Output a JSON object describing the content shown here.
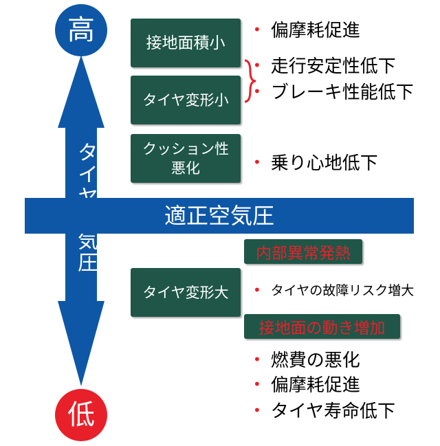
{
  "axis": {
    "high_label": "高",
    "low_label": "低",
    "label": "タイヤ空気圧",
    "colors": {
      "arrow": "#0e57a6",
      "high": "#0e57a6",
      "low": "#e8202a"
    }
  },
  "center_bar": {
    "label": "適正空気圧"
  },
  "upper": {
    "boxes": [
      {
        "label": "接地面積小"
      },
      {
        "label": "タイヤ変形小"
      },
      {
        "label_line1": "クッション性",
        "label_line2": "悪化"
      }
    ],
    "effects": [
      {
        "text": "偏摩耗促進"
      },
      {
        "text": "走行安定性低下"
      },
      {
        "text": "ブレーキ性能低下"
      },
      {
        "text": "乗り心地低下"
      }
    ]
  },
  "lower": {
    "red_labels": [
      {
        "text": "内部異常発熱"
      },
      {
        "text": "接地面の動き増加"
      }
    ],
    "box": {
      "label": "タイヤ変形大"
    },
    "effects": [
      {
        "text": "タイヤの故障リスク増大"
      },
      {
        "text": "燃費の悪化"
      },
      {
        "text": "偏摩耗促進"
      },
      {
        "text": "タイヤ寿命低下"
      }
    ]
  },
  "colors": {
    "box_bg": "#1f5648",
    "accent_red": "#e8202a"
  }
}
